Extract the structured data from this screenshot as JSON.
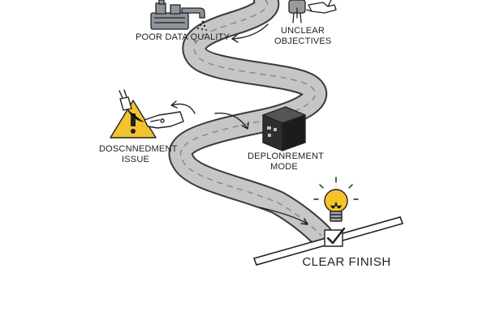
{
  "colors": {
    "road": "#c6c6c6",
    "road_edge": "#3a3a3a",
    "dash": "#8c8c8c",
    "ink": "#222222",
    "warning": "#f2c230",
    "bulb": "#f6c42a",
    "cube": "#2e2e2e",
    "machine": "#8e949c",
    "finish_line": "#ffffff"
  },
  "labels": {
    "poor_data_quality": "POOR DATA QUALITY",
    "unclear_objectives": [
      "UNCLEAR",
      "OBJECTIVES"
    ],
    "disconnected_issue": [
      "DOSCNNEDMENT",
      "ISSUE"
    ],
    "deployment_mode": [
      "DEPLONREMENT",
      "MODE"
    ],
    "clear_finish": "CLEAR FINISH"
  },
  "icons": {
    "poor_data_quality": "dripping-faucet-machine-icon",
    "unclear_objectives": "confused-person-icon",
    "disconnected_issue": "warning-triangle-unplugged-icon",
    "deployment_mode": "black-cube-icon",
    "clear_finish": "lightbulb-checkbox-icon"
  }
}
